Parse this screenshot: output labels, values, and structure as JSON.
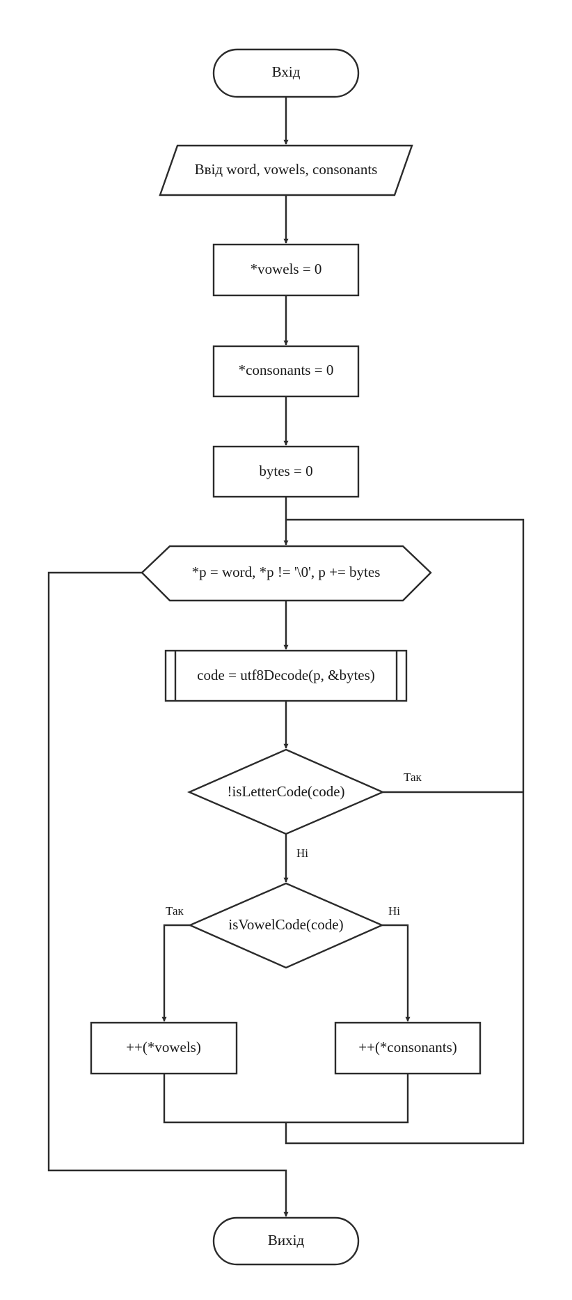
{
  "nodes": {
    "start": "Вхід",
    "input": "Ввід word, vowels, consonants",
    "init_vowels": "*vowels = 0",
    "init_consonants": "*consonants = 0",
    "init_bytes": "bytes = 0",
    "loop": "*p = word, *p != '\\0', p += bytes",
    "decode": "code = utf8Decode(p, &bytes)",
    "is_letter": "!isLetterCode(code)",
    "is_vowel": "isVowelCode(code)",
    "inc_vowels": "++(*vowels)",
    "inc_consonants": "++(*consonants)",
    "end": "Вихід"
  },
  "edge_labels": {
    "is_letter_yes": "Так",
    "is_letter_no": "Ні",
    "is_vowel_yes": "Так",
    "is_vowel_no": "Ні"
  }
}
